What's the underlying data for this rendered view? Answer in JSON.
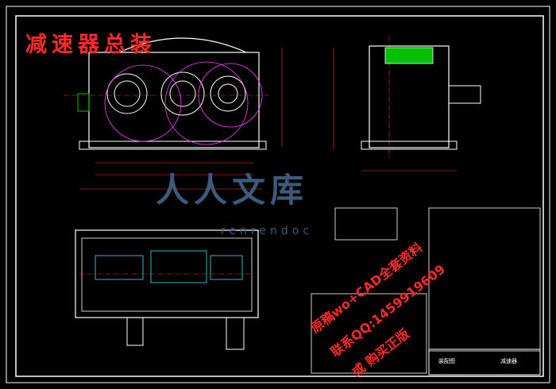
{
  "watermark": {
    "title": "减速器总装",
    "brand_cn": "人人文库",
    "brand_en": "renrendoc"
  },
  "promo_lines": [
    "原稿wo+CAD全套资料",
    "联系QQ:1459919609",
    "或 购买正版"
  ],
  "title_block": {
    "drawing_name": "减速器",
    "sheet": "装配图"
  },
  "colors": {
    "outline": "#ffffff",
    "centerline": "#ff3030",
    "dimension": "#ff3030",
    "gear": "#ff40ff",
    "fill_green": "#00c000",
    "shaft_cyan": "#40e0ff",
    "hatch": "#ffff00",
    "watermark_red": "#ff2a2a",
    "watermark_blue": "#3c5a7a"
  }
}
